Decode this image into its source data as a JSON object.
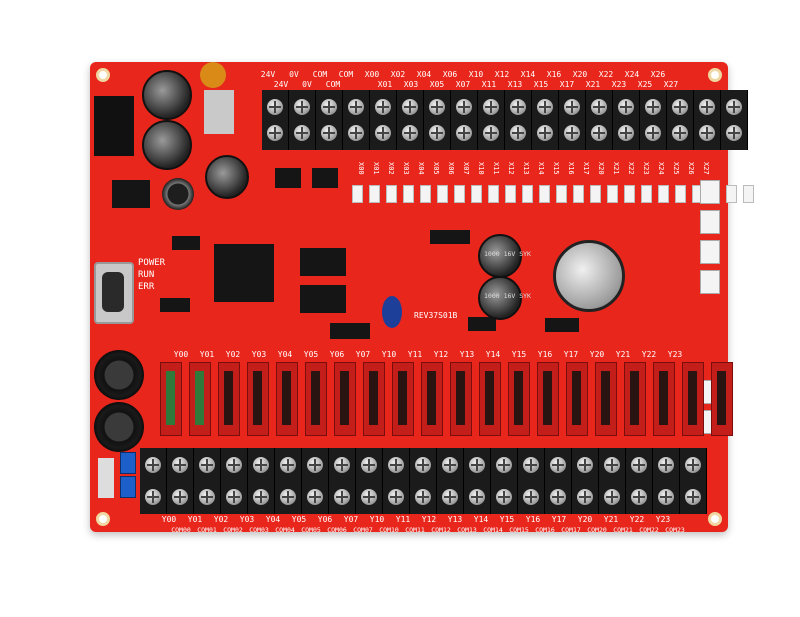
{
  "product": {
    "board_label": "REV37S01B",
    "status_labels": [
      "POWER",
      "RUN",
      "ERR"
    ],
    "cap_label_1": "1000 16V SYK",
    "cap_label_2": "1000 16V SYK"
  },
  "top_terminals": {
    "labels_upper": [
      "24V",
      "0V",
      "COM",
      "COM",
      "X00",
      "X02",
      "X04",
      "X06",
      "X10",
      "X12",
      "X14",
      "X16",
      "X20",
      "X22",
      "X24",
      "X26"
    ],
    "labels_lower": [
      "24V",
      "0V",
      "COM",
      "",
      "X01",
      "X03",
      "X05",
      "X07",
      "X11",
      "X13",
      "X15",
      "X17",
      "X21",
      "X23",
      "X25",
      "X27"
    ],
    "count": 18
  },
  "input_leds": {
    "labels": [
      "X00",
      "X01",
      "X02",
      "X03",
      "X04",
      "X05",
      "X06",
      "X07",
      "X10",
      "X11",
      "X12",
      "X13",
      "X14",
      "X15",
      "X16",
      "X17",
      "X20",
      "X21",
      "X22",
      "X23",
      "X24",
      "X25",
      "X26",
      "X27"
    ]
  },
  "output_relays": {
    "labels": [
      "Y00",
      "Y01",
      "Y02",
      "Y03",
      "Y04",
      "Y05",
      "Y06",
      "Y07",
      "Y10",
      "Y11",
      "Y12",
      "Y13",
      "Y14",
      "Y15",
      "Y16",
      "Y17",
      "Y20",
      "Y21",
      "Y22",
      "Y23"
    ],
    "optocoupler_count": 2
  },
  "bottom_terminals": {
    "y_labels": [
      "Y00",
      "Y01",
      "Y02",
      "Y03",
      "Y04",
      "Y05",
      "Y06",
      "Y07",
      "Y10",
      "Y11",
      "Y12",
      "Y13",
      "Y14",
      "Y15",
      "Y16",
      "Y17",
      "Y20",
      "Y21",
      "Y22",
      "Y23"
    ],
    "com_labels": [
      "COM00",
      "COM01",
      "COM02",
      "COM03",
      "COM04",
      "COM05",
      "COM06",
      "COM07",
      "COM10",
      "COM11",
      "COM12",
      "COM13",
      "COM14",
      "COM15",
      "COM16",
      "COM17",
      "COM20",
      "COM21",
      "COM22",
      "COM23"
    ],
    "count": 21
  },
  "colors": {
    "pcb": "#e8261c",
    "terminal": "#1b1b1b",
    "silkscreen": "#ffffff",
    "switch": "#1d5fc8"
  }
}
